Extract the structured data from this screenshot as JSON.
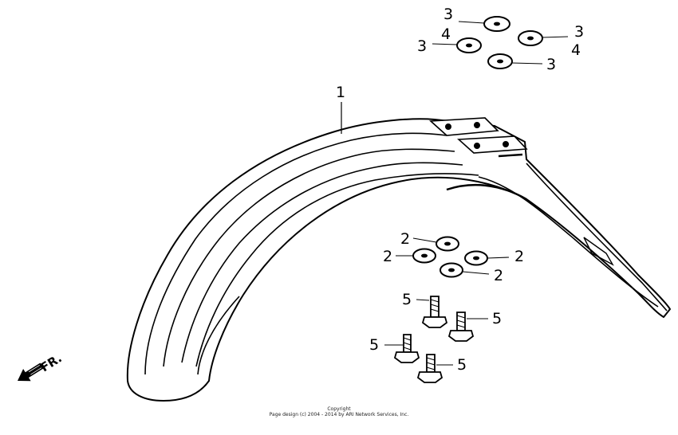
{
  "diagram": {
    "part_numbers": {
      "fender": "1",
      "washer": "2",
      "washer_top": "3",
      "washer_alt": "4",
      "bolt": "5"
    },
    "direction_label": "FR.",
    "icons": {
      "front_arrow": "arrow-left-down-icon"
    }
  },
  "copyright": {
    "line1": "Copyright",
    "line2": "Page design (c) 2004 - 2014 by ARI Network Services, Inc."
  }
}
